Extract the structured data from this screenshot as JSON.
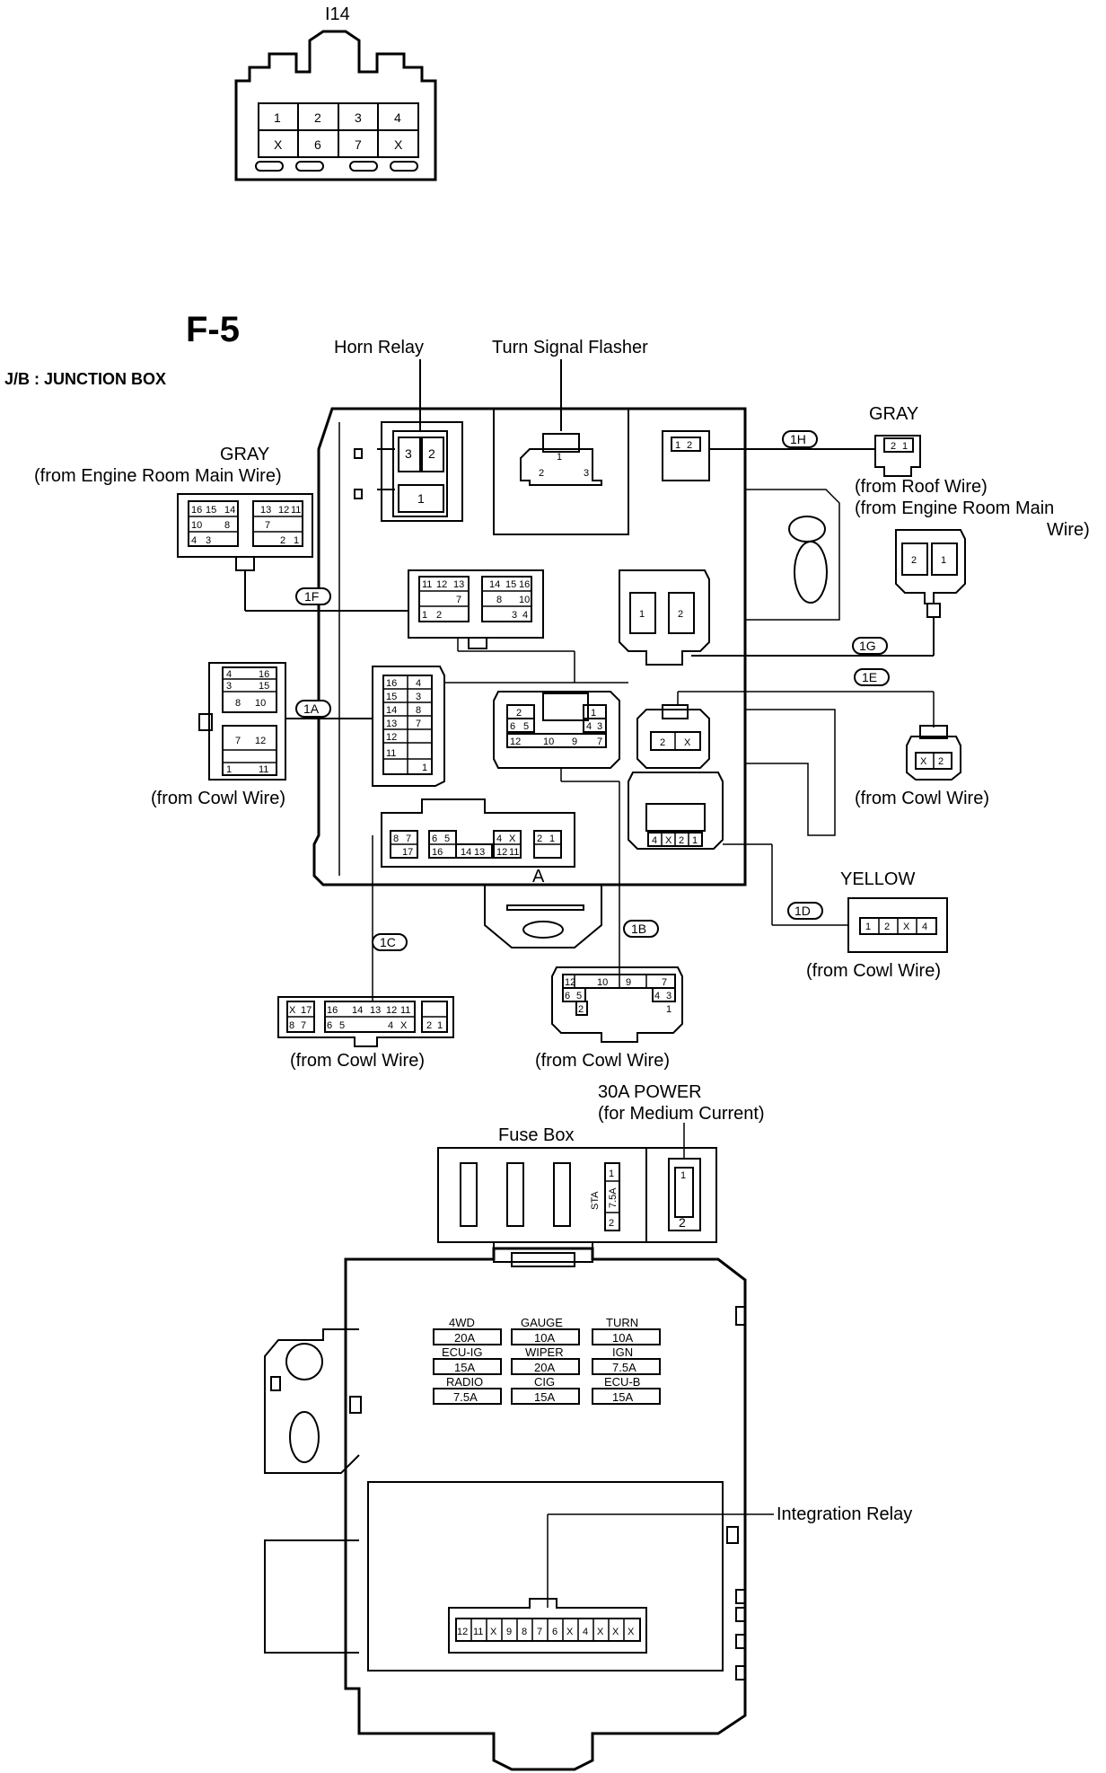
{
  "i14": {
    "title": "I14",
    "pins_top": [
      "1",
      "2",
      "3",
      "4"
    ],
    "pins_bottom": [
      "X",
      "6",
      "7",
      "X"
    ]
  },
  "f5": {
    "title": "F-5",
    "subtitle": "J/B : JUNCTION BOX"
  },
  "labels": {
    "horn_relay": "Horn Relay",
    "turn_signal_flasher": "Turn Signal Flasher",
    "gray_left": "GRAY",
    "from_engine_room_main_wire_left": "(from Engine Room Main Wire)",
    "gray_right": "GRAY",
    "from_roof_wire": "(from Roof Wire)",
    "from_engine_room_main_right_1": "(from Engine Room Main",
    "from_engine_room_main_right_2": "Wire)",
    "from_cowl_wire_1a": "(from Cowl Wire)",
    "from_cowl_wire_1e": "(from Cowl Wire)",
    "yellow": "YELLOW",
    "from_cowl_wire_1d": "(from Cowl Wire)",
    "from_cowl_wire_1c": "(from Cowl Wire)",
    "from_cowl_wire_1b": "(from Cowl Wire)",
    "power_30a_1": "30A POWER",
    "power_30a_2": "(for Medium Current)",
    "fuse_box": "Fuse Box",
    "integration_relay": "Integration Relay",
    "sta": "STA",
    "sta_rating": "7.5A",
    "marker_a": "A"
  },
  "connector_tags": {
    "c1f": "1F",
    "c1a": "1A",
    "c1c": "1C",
    "c1b": "1B",
    "c1h": "1H",
    "c1g": "1G",
    "c1e": "1E",
    "c1d": "1D"
  },
  "fuses": [
    {
      "name": "4WD",
      "rating": "20A"
    },
    {
      "name": "GAUGE",
      "rating": "10A"
    },
    {
      "name": "TURN",
      "rating": "10A"
    },
    {
      "name": "ECU-IG",
      "rating": "15A"
    },
    {
      "name": "WIPER",
      "rating": "20A"
    },
    {
      "name": "IGN",
      "rating": "7.5A"
    },
    {
      "name": "RADIO",
      "rating": "7.5A"
    },
    {
      "name": "CIG",
      "rating": "15A"
    },
    {
      "name": "ECU-B",
      "rating": "15A"
    }
  ],
  "integration_relay_pins": [
    "12",
    "11",
    "X",
    "9",
    "8",
    "7",
    "6",
    "X",
    "4",
    "X",
    "X",
    "X"
  ],
  "pins": {
    "horn": [
      "3",
      "2",
      "1"
    ],
    "flasher": [
      "2",
      "1",
      "3"
    ],
    "c1h": [
      "1",
      "2"
    ],
    "gray_right": [
      "2",
      "1"
    ],
    "engine_right": [
      "2",
      "1"
    ],
    "gray_left": [
      "16",
      "15",
      "14",
      "13",
      "12",
      "11",
      "10",
      "8",
      "7",
      "4",
      "3",
      "2",
      "1"
    ],
    "c1f": [
      "11",
      "12",
      "13",
      "14",
      "15",
      "16",
      "7",
      "8",
      "10",
      "1",
      "2",
      "3",
      "4"
    ],
    "c1g": [
      "1",
      "2"
    ],
    "c1a_side": [
      "4",
      "16",
      "3",
      "15",
      "8",
      "10",
      "7",
      "12",
      "1",
      "11"
    ],
    "c1a_jb": [
      "16",
      "4",
      "15",
      "3",
      "14",
      "8",
      "13",
      "7",
      "12",
      "11",
      "1"
    ],
    "c1b_jb": [
      "2",
      "1",
      "6",
      "5",
      "4",
      "3",
      "12",
      "10",
      "9",
      "7"
    ],
    "c1e_jb": [
      "2",
      "X"
    ],
    "c1e_side": [
      "X",
      "2"
    ],
    "c1d_jb": [
      "4",
      "X",
      "2",
      "1"
    ],
    "c1d_side": [
      "1",
      "2",
      "X",
      "4"
    ],
    "c1c_jb": [
      "8",
      "7",
      "6",
      "5",
      "4",
      "X",
      "2",
      "1",
      "17",
      "16",
      "14",
      "13",
      "12",
      "11"
    ],
    "c1c_side": [
      "X",
      "17",
      "8",
      "7",
      "16",
      "14",
      "13",
      "12",
      "11",
      "6",
      "5",
      "4",
      "X",
      "2",
      "1"
    ],
    "c1b_side": [
      "12",
      "10",
      "9",
      "7",
      "6",
      "5",
      "4",
      "3",
      "2",
      "1"
    ],
    "power": [
      "1",
      "2"
    ],
    "sta": [
      "1",
      "2"
    ]
  }
}
